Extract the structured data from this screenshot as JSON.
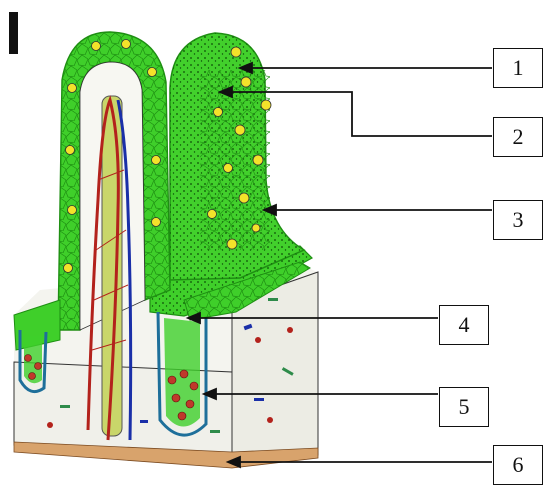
{
  "labels": [
    "1",
    "2",
    "3",
    "4",
    "5",
    "6"
  ],
  "colors": {
    "epithelium": "#3fcf2a",
    "epithelium_dark": "#1e8f12",
    "goblet_cell": "#f3e22a",
    "lacteal": "#c9d66a",
    "artery": "#b3221c",
    "vein": "#1a2fa8",
    "submucosa_base": "#d8a36c",
    "crypt_outline": "#1e6f9a"
  }
}
